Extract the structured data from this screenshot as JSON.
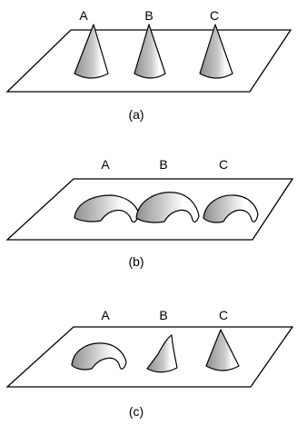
{
  "panels": [
    {
      "caption": "(a)",
      "objects": [
        {
          "label": "A",
          "shape": "cone"
        },
        {
          "label": "B",
          "shape": "cone"
        },
        {
          "label": "C",
          "shape": "cone"
        }
      ]
    },
    {
      "caption": "(b)",
      "objects": [
        {
          "label": "A",
          "shape": "curled"
        },
        {
          "label": "B",
          "shape": "curled"
        },
        {
          "label": "C",
          "shape": "curled"
        }
      ]
    },
    {
      "caption": "(c)",
      "objects": [
        {
          "label": "A",
          "shape": "curled"
        },
        {
          "label": "B",
          "shape": "bent-cone"
        },
        {
          "label": "C",
          "shape": "cone"
        }
      ]
    }
  ],
  "colors": {
    "stroke": "#000000",
    "shade_dark": "#9a9a9a",
    "shade_light": "#ffffff"
  }
}
